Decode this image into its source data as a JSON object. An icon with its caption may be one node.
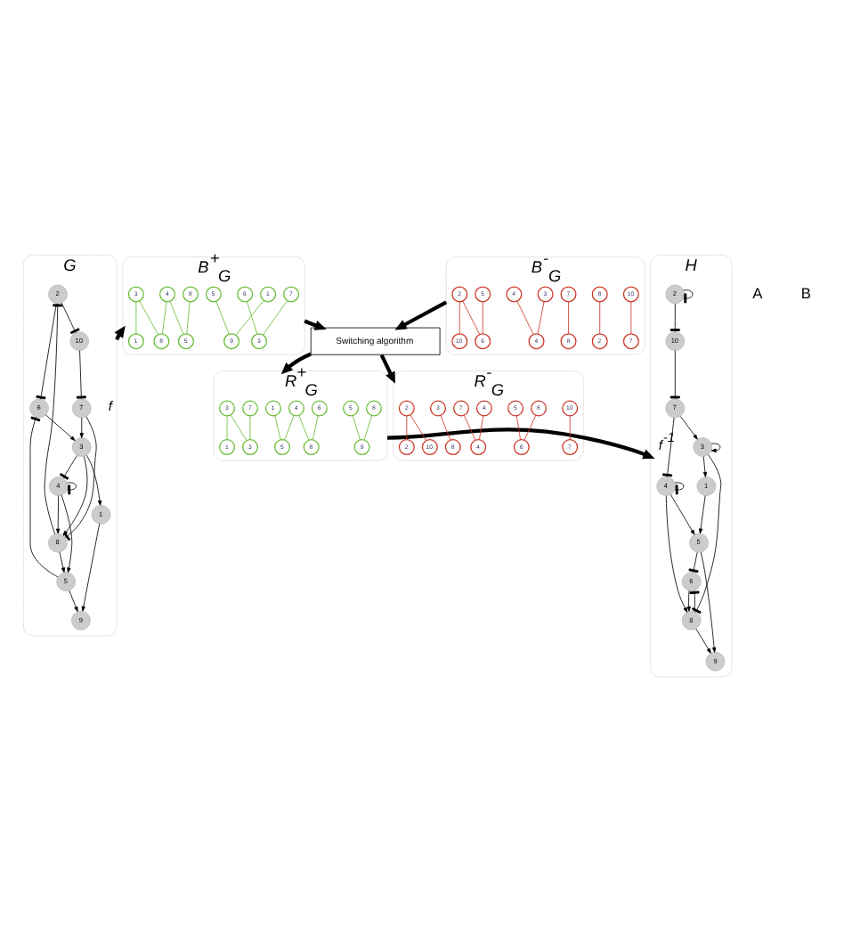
{
  "diagram": {
    "nodes": [
      {
        "text": [
          "G"
        ]
      },
      {
        "text": [
          "1"
        ],
        "in": 0
      },
      {
        "text": [
          "2"
        ],
        "in": 0
      },
      {
        "text": [
          "3"
        ],
        "in": 0
      },
      {
        "text": [
          "4"
        ],
        "in": 0
      },
      {
        "text": [
          "5"
        ],
        "in": 0
      },
      {
        "text": [
          "6"
        ],
        "in": 0
      },
      {
        "text": [
          "7"
        ],
        "in": 0
      },
      {
        "text": [
          "8"
        ],
        "in": 0
      },
      {
        "text": [
          "9"
        ],
        "in": 0
      },
      {
        "text": [
          "10"
        ],
        "in": 0
      },
      {
        "text": [
          "B$^{+}$$_{G}$"
        ]
      },
      {
        "text": [
          "1"
        ],
        "in": 11
      },
      {
        "text": [
          "3"
        ],
        "in": 11
      },
      {
        "text": [
          "4"
        ],
        "in": 11
      },
      {
        "text": [
          "5"
        ],
        "in": 11
      },
      {
        "text": [
          "6"
        ],
        "in": 11
      },
      {
        "text": [
          "7"
        ],
        "in": 11
      },
      {
        "text": [
          "8"
        ],
        "in": 11
      },
      {
        "text": [
          "1"
        ],
        "in": 11
      },
      {
        "text": [
          "3"
        ],
        "in": 11
      },
      {
        "text": [
          "5"
        ],
        "in": 11
      },
      {
        "text": [
          "8"
        ],
        "in": 11
      },
      {
        "text": [
          "9"
        ],
        "in": 11
      },
      {
        "text": [
          "B$^{-}$$_{G}$"
        ]
      },
      {
        "text": [
          "2"
        ],
        "in": 24
      },
      {
        "text": [
          "3"
        ],
        "in": 24
      },
      {
        "text": [
          "4"
        ],
        "in": 24
      },
      {
        "text": [
          "5"
        ],
        "in": 24
      },
      {
        "text": [
          "7"
        ],
        "in": 24
      },
      {
        "text": [
          "8"
        ],
        "in": 24
      },
      {
        "text": [
          "10"
        ],
        "in": 24
      },
      {
        "text": [
          "2"
        ],
        "in": 24
      },
      {
        "text": [
          "4"
        ],
        "in": 24
      },
      {
        "text": [
          "6"
        ],
        "in": 24
      },
      {
        "text": [
          "7"
        ],
        "in": 24
      },
      {
        "text": [
          "8"
        ],
        "in": 24
      },
      {
        "text": [
          "10"
        ],
        "in": 24
      },
      {
        "text": [
          "Switching algorithm"
        ]
      },
      {
        "text": [
          "H"
        ]
      },
      {
        "text": [
          "1"
        ],
        "in": 39
      },
      {
        "text": [
          "2"
        ],
        "in": 39
      },
      {
        "text": [
          "3"
        ],
        "in": 39
      },
      {
        "text": [
          "4"
        ],
        "in": 39
      },
      {
        "text": [
          "5"
        ],
        "in": 39
      },
      {
        "text": [
          "6"
        ],
        "in": 39
      },
      {
        "text": [
          "7"
        ],
        "in": 39
      },
      {
        "text": [
          "8"
        ],
        "in": 39
      },
      {
        "text": [
          "9"
        ],
        "in": 39
      },
      {
        "text": [
          "10"
        ],
        "in": 39
      },
      {
        "text": [
          "R$^{+}$$_{G}$"
        ]
      },
      {
        "text": [
          "1"
        ],
        "in": 50
      },
      {
        "text": [
          "3"
        ],
        "in": 50
      },
      {
        "text": [
          "4"
        ],
        "in": 50
      },
      {
        "text": [
          "5"
        ],
        "in": 50
      },
      {
        "text": [
          "6"
        ],
        "in": 50
      },
      {
        "text": [
          "7"
        ],
        "in": 50
      },
      {
        "text": [
          "8"
        ],
        "in": 50
      },
      {
        "text": [
          "1"
        ],
        "in": 50
      },
      {
        "text": [
          "3"
        ],
        "in": 50
      },
      {
        "text": [
          "5"
        ],
        "in": 50
      },
      {
        "text": [
          "8"
        ],
        "in": 50
      },
      {
        "text": [
          "9"
        ],
        "in": 50
      },
      {
        "text": [
          "R$^{-}$$_{G}$"
        ]
      },
      {
        "text": [
          "2"
        ],
        "in": 63
      },
      {
        "text": [
          "3"
        ],
        "in": 63
      },
      {
        "text": [
          "4"
        ],
        "in": 63
      },
      {
        "text": [
          "5"
        ],
        "in": 63
      },
      {
        "text": [
          "7"
        ],
        "in": 63
      },
      {
        "text": [
          "8"
        ],
        "in": 63
      },
      {
        "text": [
          "10"
        ],
        "in": 63
      },
      {
        "text": [
          "2"
        ],
        "in": 63
      },
      {
        "text": [
          "4"
        ],
        "in": 63
      },
      {
        "text": [
          "6"
        ],
        "in": 63
      },
      {
        "text": [
          "7"
        ],
        "in": 63
      },
      {
        "text": [
          "8"
        ],
        "in": 63
      },
      {
        "text": [
          "10"
        ],
        "in": 63
      }
    ],
    "edges": [
      {
        "from": 1,
        "to": 9,
        "arrow": "to"
      },
      {
        "from": 3,
        "to": 1,
        "arrow": "to"
      },
      {
        "from": 3,
        "to": 8,
        "arrow": "to"
      },
      {
        "from": 4,
        "to": 5,
        "arrow": "to"
      },
      {
        "from": 4,
        "to": 8,
        "arrow": "to"
      },
      {
        "from": 5,
        "to": 9,
        "arrow": "to"
      },
      {
        "from": 6,
        "to": 3,
        "arrow": "to"
      },
      {
        "from": 7,
        "to": 3,
        "arrow": "to"
      },
      {
        "from": 8,
        "to": 5,
        "arrow": "to"
      },
      {
        "from": 2,
        "to": 6,
        "arrow": "other"
      },
      {
        "from": 2,
        "to": 10,
        "arrow": "other"
      },
      {
        "from": 3,
        "to": 4,
        "arrow": "other"
      },
      {
        "from": 4,
        "to": 4,
        "arrow": "other"
      },
      {
        "from": 5,
        "to": 6,
        "arrow": "other"
      },
      {
        "from": 7,
        "to": 8,
        "arrow": "other"
      },
      {
        "from": 8,
        "to": 2,
        "arrow": "other"
      },
      {
        "from": 10,
        "to": 7,
        "arrow": "other"
      },
      {
        "from": 0,
        "to": 11,
        "arrow": "to",
        "label": "f",
        "style": "thick"
      },
      {
        "from": 12,
        "to": 23,
        "arrow": "none",
        "color": "#66bb33"
      },
      {
        "from": 13,
        "to": 19,
        "arrow": "none",
        "color": "#66bb33"
      },
      {
        "from": 13,
        "to": 22,
        "arrow": "none",
        "color": "#66bb33"
      },
      {
        "from": 14,
        "to": 21,
        "arrow": "none",
        "color": "#66bb33"
      },
      {
        "from": 14,
        "to": 22,
        "arrow": "none",
        "color": "#66bb33"
      },
      {
        "from": 15,
        "to": 23,
        "arrow": "none",
        "color": "#66bb33"
      },
      {
        "from": 16,
        "to": 20,
        "arrow": "none",
        "color": "#66bb33"
      },
      {
        "from": 17,
        "to": 20,
        "arrow": "none",
        "color": "#66bb33"
      },
      {
        "from": 18,
        "to": 21,
        "arrow": "none",
        "color": "#66bb33"
      },
      {
        "from": 25,
        "to": 34,
        "arrow": "none",
        "color": "#cc3322"
      },
      {
        "from": 25,
        "to": 37,
        "arrow": "none",
        "color": "#cc3322"
      },
      {
        "from": 26,
        "to": 33,
        "arrow": "none",
        "color": "#cc3322"
      },
      {
        "from": 27,
        "to": 33,
        "arrow": "none",
        "color": "#cc3322"
      },
      {
        "from": 28,
        "to": 34,
        "arrow": "none",
        "color": "#cc3322"
      },
      {
        "from": 29,
        "to": 36,
        "arrow": "none",
        "color": "#cc3322"
      },
      {
        "from": 30,
        "to": 32,
        "arrow": "none",
        "color": "#cc3322"
      },
      {
        "from": 31,
        "to": 35,
        "arrow": "none",
        "color": "#cc3322"
      },
      {
        "from": 11,
        "to": 38,
        "arrow": "to",
        "style": "thick"
      },
      {
        "from": 24,
        "to": 38,
        "arrow": "to",
        "style": "thick"
      },
      {
        "from": 38,
        "to": 50,
        "arrow": "to",
        "style": "thick"
      },
      {
        "from": 38,
        "to": 63,
        "arrow": "to",
        "style": "thick"
      },
      {
        "from": 50,
        "to": 39,
        "arrow": "to",
        "label": "f$^{-1}$",
        "style": "thick"
      },
      {
        "from": 40,
        "to": 44,
        "arrow": "to"
      },
      {
        "from": 42,
        "to": 40,
        "arrow": "to"
      },
      {
        "from": 42,
        "to": 42,
        "arrow": "to"
      },
      {
        "from": 43,
        "to": 44,
        "arrow": "to"
      },
      {
        "from": 43,
        "to": 47,
        "arrow": "to"
      },
      {
        "from": 44,
        "to": 48,
        "arrow": "to"
      },
      {
        "from": 45,
        "to": 47,
        "arrow": "to"
      },
      {
        "from": 46,
        "to": 42,
        "arrow": "to"
      },
      {
        "from": 47,
        "to": 48,
        "arrow": "to"
      },
      {
        "from": 41,
        "to": 41,
        "arrow": "other"
      },
      {
        "from": 41,
        "to": 49,
        "arrow": "other"
      },
      {
        "from": 42,
        "to": 47,
        "arrow": "other"
      },
      {
        "from": 43,
        "to": 43,
        "arrow": "other"
      },
      {
        "from": 44,
        "to": 45,
        "arrow": "other"
      },
      {
        "from": 46,
        "to": 43,
        "arrow": "other"
      },
      {
        "from": 47,
        "to": 45,
        "arrow": "other"
      },
      {
        "from": 49,
        "to": 46,
        "arrow": "other"
      },
      {
        "from": 51,
        "to": 60,
        "arrow": "none",
        "color": "#66bb33"
      },
      {
        "from": 52,
        "to": 58,
        "arrow": "none",
        "color": "#66bb33"
      },
      {
        "from": 52,
        "to": 59,
        "arrow": "none",
        "color": "#66bb33"
      },
      {
        "from": 53,
        "to": 60,
        "arrow": "none",
        "color": "#66bb33"
      },
      {
        "from": 53,
        "to": 61,
        "arrow": "none",
        "color": "#66bb33"
      },
      {
        "from": 54,
        "to": 62,
        "arrow": "none",
        "color": "#66bb33"
      },
      {
        "from": 55,
        "to": 61,
        "arrow": "none",
        "color": "#66bb33"
      },
      {
        "from": 56,
        "to": 59,
        "arrow": "none",
        "color": "#66bb33"
      },
      {
        "from": 57,
        "to": 62,
        "arrow": "none",
        "color": "#66bb33"
      },
      {
        "from": 64,
        "to": 71,
        "arrow": "none",
        "color": "#cc3322"
      },
      {
        "from": 64,
        "to": 76,
        "arrow": "none",
        "color": "#cc3322"
      },
      {
        "from": 65,
        "to": 75,
        "arrow": "none",
        "color": "#cc3322"
      },
      {
        "from": 66,
        "to": 72,
        "arrow": "none",
        "color": "#cc3322"
      },
      {
        "from": 67,
        "to": 73,
        "arrow": "none",
        "color": "#cc3322"
      },
      {
        "from": 68,
        "to": 72,
        "arrow": "none",
        "color": "#cc3322"
      },
      {
        "from": 69,
        "to": 73,
        "arrow": "none",
        "color": "#cc3322"
      },
      {
        "from": 70,
        "to": 74,
        "arrow": "none",
        "color": "#cc3322"
      }
    ],
    "labels": [
      "A",
      "B"
    ]
  }
}
